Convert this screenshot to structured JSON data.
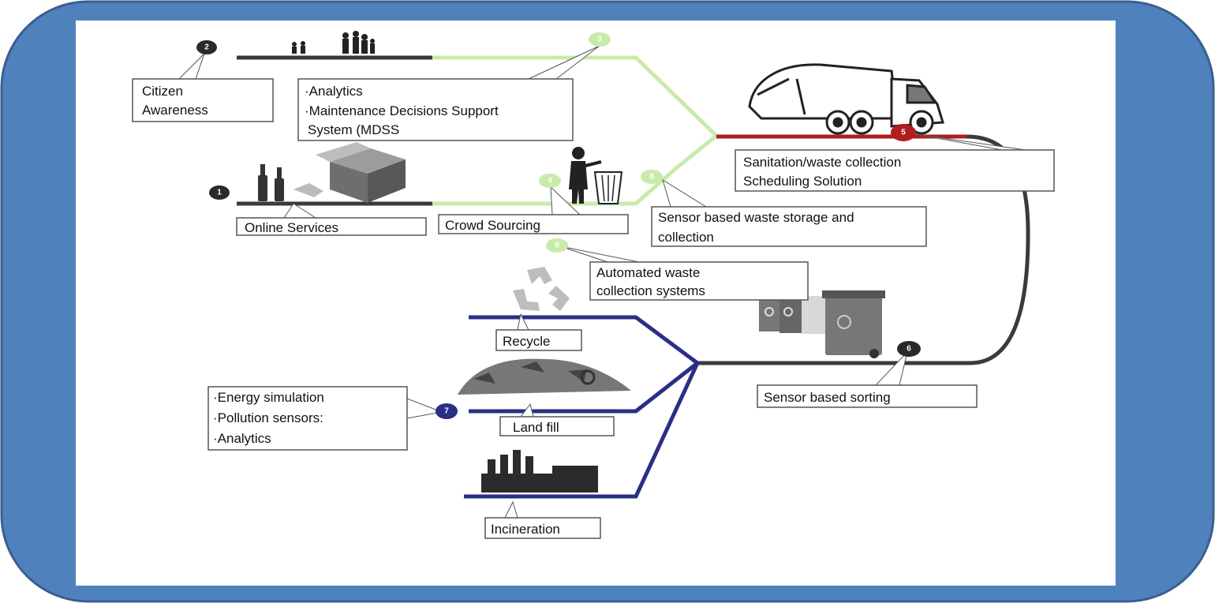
{
  "colors": {
    "frame": "#4f81bd",
    "frame_border": "#3a5f8f",
    "green_path": "#c8ebaa",
    "dark_path": "#3a3a3a",
    "red_path": "#b01e1e",
    "blue_path": "#2a2f86"
  },
  "steps": {
    "s1": "1",
    "s2": "2",
    "s3": "3",
    "s4": "4",
    "s5": "5",
    "s6": "6",
    "s7": "7",
    "s8": "8",
    "s9": "9"
  },
  "labels": {
    "citizen_awareness": [
      "Citizen",
      "Awareness"
    ],
    "analytics_mdss": [
      "·Analytics",
      "·Maintenance Decisions Support",
      "System (MDSS"
    ],
    "sanitation": [
      "Sanitation/waste collection",
      "Scheduling Solution"
    ],
    "online_services": "Online Services",
    "crowd_sourcing": "Crowd Sourcing",
    "sensor_storage": [
      "Sensor based waste storage and",
      "collection"
    ],
    "automated_collection": [
      "Automated waste",
      "collection systems"
    ],
    "recycle": "Recycle",
    "landfill": "Land fill",
    "incineration": "Incineration",
    "sensor_sorting": "Sensor based sorting",
    "energy_list": [
      "·Energy simulation",
      "·Pollution sensors:",
      "·Analytics"
    ]
  },
  "icons": [
    "people-icon",
    "bottles-icon",
    "box-icon",
    "bin-person-icon",
    "garbage-truck-icon",
    "recycle-icon",
    "landfill-icon",
    "factory-icon",
    "bins-icon"
  ]
}
